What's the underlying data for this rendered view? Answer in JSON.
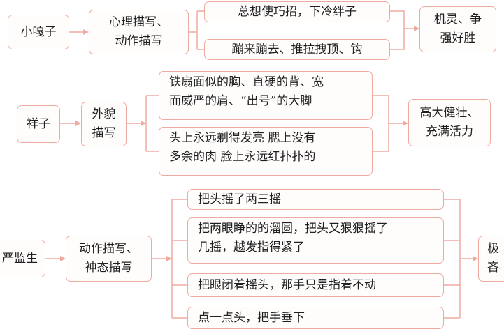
{
  "section1": {
    "character": "小嘎子",
    "method": [
      "心理描写、",
      "动作描写"
    ],
    "details": [
      "总想使巧招，下冷绊子",
      "蹦来蹦去、推拉拽顶、钩"
    ],
    "trait": [
      "机灵、争",
      "强好胜"
    ]
  },
  "section2": {
    "character": "祥子",
    "method": [
      "外貌",
      "描写"
    ],
    "details": [
      [
        "铁扇面似的胸、直硬的背、宽",
        "而威严的肩、“出号”的大脚"
      ],
      [
        "头上永远剃得发亮  腮上没有",
        "多余的肉  脸上永远红扑扑的"
      ]
    ],
    "trait": [
      "高大健壮、",
      "充满活力"
    ]
  },
  "section3": {
    "character": "严监生",
    "method": [
      "动作描写、",
      "神态描写"
    ],
    "details": [
      "把头摇了两三摇",
      [
        "把两眼睁的的溜圆，把头又狠狠摇了",
        "几摇，越发指得紧了"
      ],
      "把眼闭着摇头，那手只是指着不动",
      "点一点头，把手垂下"
    ],
    "trait": [
      "极",
      "吝"
    ]
  }
}
